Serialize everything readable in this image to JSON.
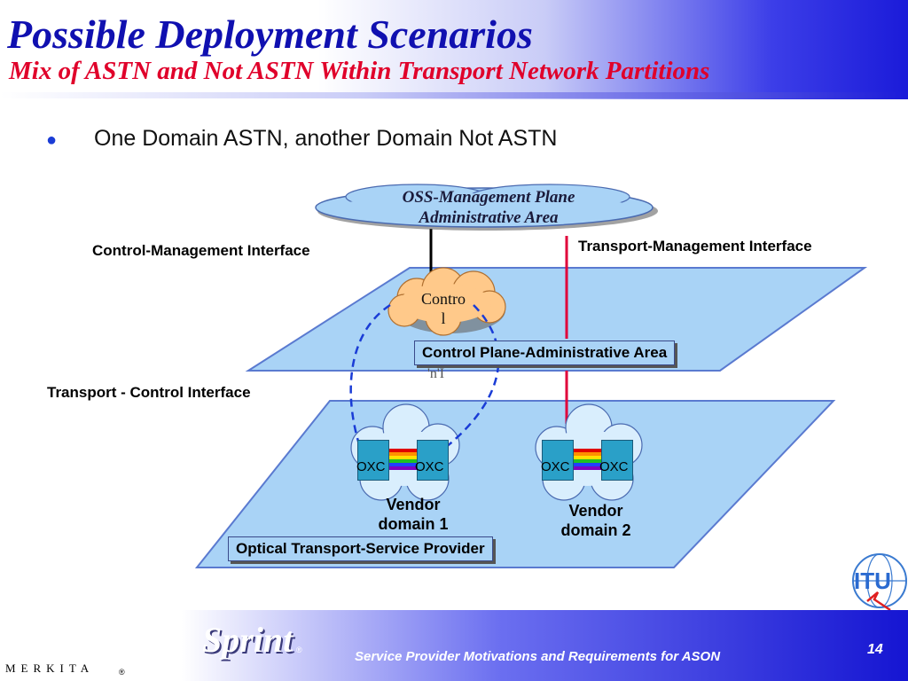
{
  "header": {
    "title": "Possible Deployment Scenarios",
    "subtitle": "Mix of ASTN and  Not ASTN Within Transport Network Partitions"
  },
  "bullet": {
    "text": "One Domain ASTN, another Domain Not ASTN"
  },
  "diagram": {
    "oss_cloud_line1": "OSS-Management Plane",
    "oss_cloud_line2": "Administrative Area",
    "control_mgmt_interface": "Control-Management Interface",
    "transport_mgmt_interface": "Transport-Management Interface",
    "transport_control_interface": "Transport - Control Interface",
    "control_line1": "Contro",
    "control_line2": "l",
    "control_plane_area": "Control Plane-Administrative Area",
    "not_applicable_mark": "'n'I",
    "optical_transport": "Optical Transport-Service Provider",
    "oxc_label": "OXC",
    "vendor1_line1": "Vendor",
    "vendor1_line2": "domain 1",
    "vendor2_line1": "Vendor",
    "vendor2_line2": "domain 2"
  },
  "footer": {
    "text": "Service Provider Motivations and Requirements  for ASON",
    "page": "14",
    "merkita": "MERKITA",
    "sprint": "Sprint",
    "itu": "ITU"
  },
  "colors": {
    "title": "#1010b0",
    "subtitle": "#e0002a",
    "plane": "#a9d3f6",
    "transport_mgmt_line": "#e0003a",
    "control_link": "#1a3cd6"
  },
  "icons": [
    "bullet-dot-icon",
    "cloud-icon",
    "oxc-switch-icon",
    "merkita-logo-icon",
    "sprint-logo-icon",
    "itu-globe-icon"
  ]
}
